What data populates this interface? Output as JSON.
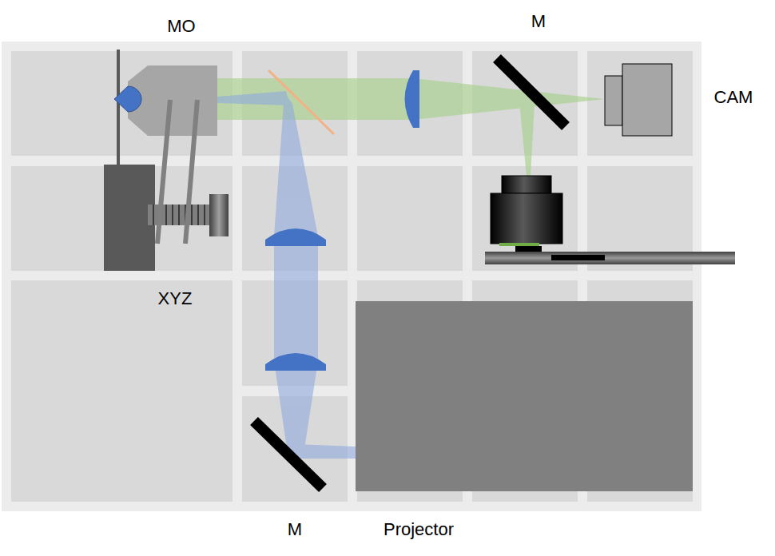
{
  "diagram": {
    "labels": [
      "MO",
      "M",
      "CAM",
      "XYZ",
      "M",
      "Projector"
    ]
  }
}
